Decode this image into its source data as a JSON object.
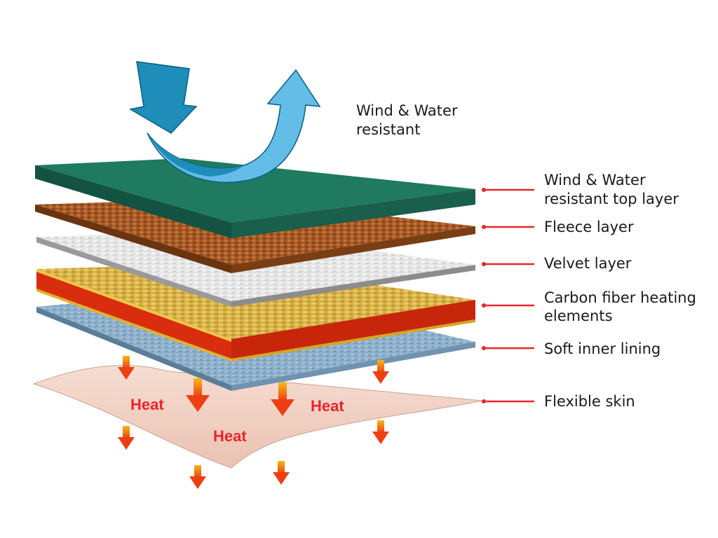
{
  "callout": {
    "line1": "Wind & Water",
    "line2": "resistant"
  },
  "labels": [
    {
      "id": "top-layer",
      "lines": [
        "Wind & Water",
        "resistant top layer"
      ]
    },
    {
      "id": "fleece",
      "lines": [
        "Fleece layer"
      ]
    },
    {
      "id": "velvet",
      "lines": [
        "Velvet layer"
      ]
    },
    {
      "id": "carbon",
      "lines": [
        "Carbon fiber heating",
        "elements"
      ]
    },
    {
      "id": "lining",
      "lines": [
        "Soft inner lining"
      ]
    },
    {
      "id": "skin",
      "lines": [
        "Flexible skin"
      ]
    }
  ],
  "heat": {
    "label_1": "Heat",
    "label_2": "Heat",
    "label_3": "Heat"
  },
  "colors": {
    "top_layer": "#1f7a5f",
    "fleece": "#a85a28",
    "velvet": "#e4e4e4",
    "carbon_gold": "#d8b246",
    "carbon_red": "#d92e0d",
    "lining": "#8fb1cc",
    "skin": "#f2d3c6",
    "arrow_in": "#1e8db9",
    "arrow_out": "#63bde6",
    "leader": "#e8262c",
    "heat_text": "#e8262c"
  },
  "icons": {
    "wind_in": "down-arrow-icon",
    "wind_out": "curved-up-arrow-icon"
  }
}
